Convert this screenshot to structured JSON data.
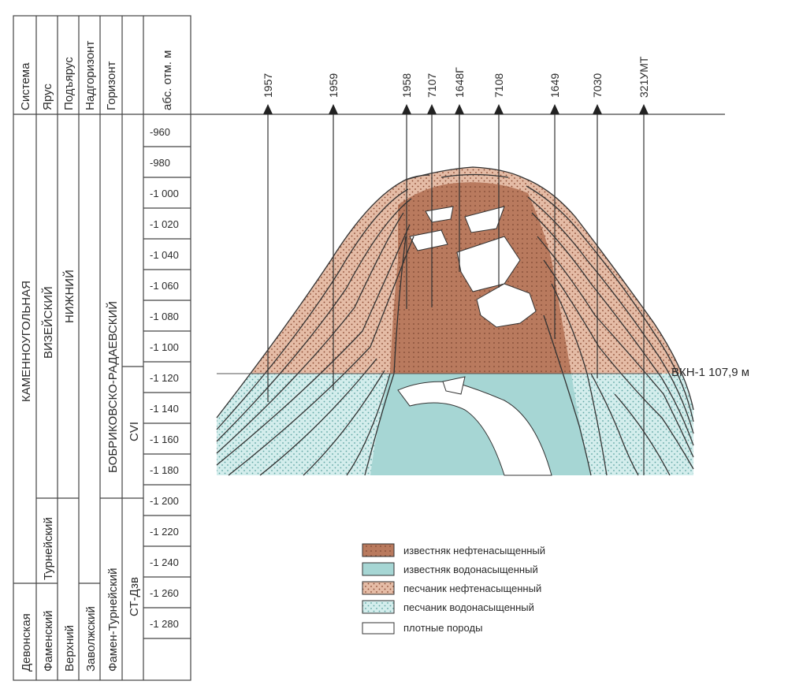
{
  "header": {
    "col_labels": [
      "Система",
      "Ярус",
      "Подъярус",
      "Надгоризонт",
      "Горизонт",
      "абс. отм. м"
    ]
  },
  "strat": {
    "system_carb": "КАМЕННОУГОЛЬНАЯ",
    "system_dev": "Девонская",
    "stage_vise": "ВИЗЕЙСКИЙ",
    "stage_tourn": "Турнейский",
    "stage_famen": "Фаменский",
    "substage_lower": "НИЖНИЙ",
    "substage_upper": "Верхний",
    "superhorizon_zav": "Заволжский",
    "horizon_bobr": "БОБРИКОВСКО-РАДАЕВСКИЙ",
    "horizon_famen": "Фамен-Турнейский",
    "layer_cvi": "CVI",
    "layer_stdzv": "СТ-Дзв"
  },
  "depths": [
    "-960",
    "-980",
    "-1 000",
    "-1 020",
    "-1 040",
    "-1 060",
    "-1 080",
    "-1 100",
    "-1 120",
    "-1 140",
    "-1 160",
    "-1 180",
    "-1 200",
    "-1 220",
    "-1 240",
    "-1 260",
    "-1 280"
  ],
  "wells": [
    "1957",
    "1959",
    "1958",
    "7107",
    "1648Г",
    "7108",
    "1649",
    "7030",
    "321УМТ"
  ],
  "owc_label": "ВКН-1 107,9 м",
  "legend": [
    {
      "label": "известняк нефтенасыщенный",
      "pattern": "oil-limestone"
    },
    {
      "label": "известняк водонасыщенный",
      "pattern": "water-limestone"
    },
    {
      "label": "песчаник нефтенасыщенный",
      "pattern": "oil-sandstone"
    },
    {
      "label": "песчаник водонасыщенный",
      "pattern": "water-sandstone"
    },
    {
      "label": "плотные породы",
      "pattern": "dense"
    }
  ],
  "colors": {
    "oil_limestone": "#b97a5e",
    "water_limestone": "#a9d8d6",
    "oil_sandstone": "#e3b9a3",
    "water_sandstone": "#cfecea",
    "dense": "#ffffff",
    "line": "#333333"
  }
}
